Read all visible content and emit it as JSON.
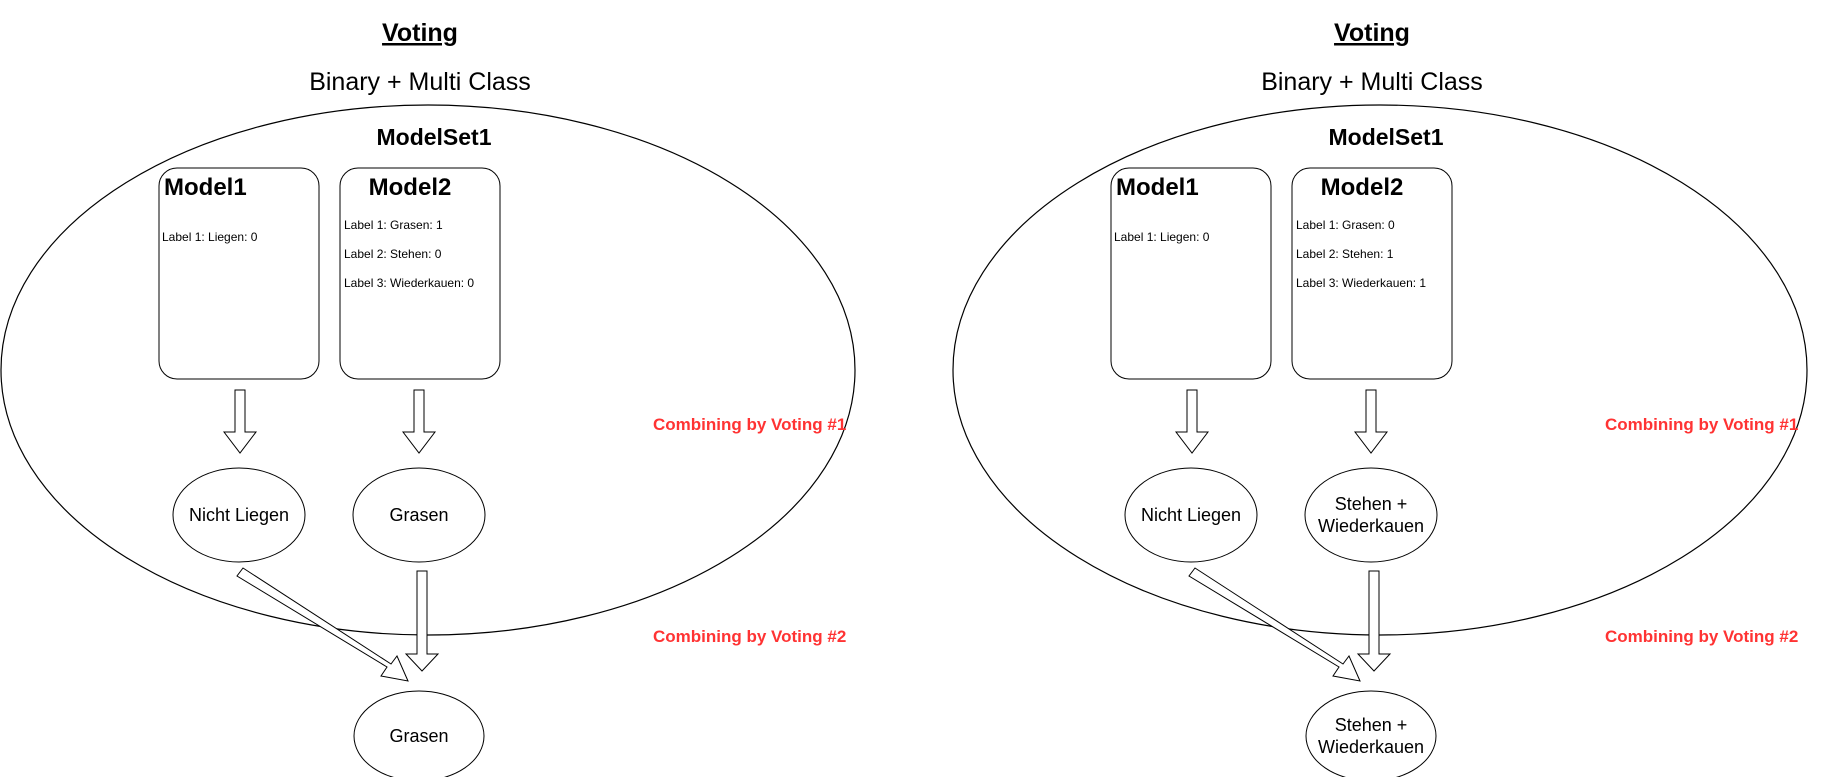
{
  "accent_color": "#ff3333",
  "panels": [
    {
      "title": "Voting",
      "subtitle": "Binary + Multi Class",
      "set_name": "ModelSet1",
      "models": [
        {
          "name": "Model1",
          "labels": [
            "Label 1: Liegen: 0"
          ]
        },
        {
          "name": "Model2",
          "labels": [
            "Label 1: Grasen: 1",
            "Label 2: Stehen: 0",
            "Label 3: Wiederkauen: 0"
          ]
        }
      ],
      "outputs": [
        [
          "Nicht Liegen"
        ],
        [
          "Grasen"
        ]
      ],
      "result": [
        "Grasen"
      ],
      "combine1": "Combining by Voting #1",
      "combine2": "Combining by Voting #2"
    },
    {
      "title": "Voting",
      "subtitle": "Binary + Multi Class",
      "set_name": "ModelSet1",
      "models": [
        {
          "name": "Model1",
          "labels": [
            "Label 1: Liegen: 0"
          ]
        },
        {
          "name": "Model2",
          "labels": [
            "Label 1: Grasen: 0",
            "Label 2: Stehen: 1",
            "Label 3: Wiederkauen: 1"
          ]
        }
      ],
      "outputs": [
        [
          "Nicht Liegen"
        ],
        [
          "Stehen +",
          "Wiederkauen"
        ]
      ],
      "result": [
        "Stehen +",
        "Wiederkauen"
      ],
      "combine1": "Combining by Voting #1",
      "combine2": "Combining by Voting #2"
    }
  ]
}
